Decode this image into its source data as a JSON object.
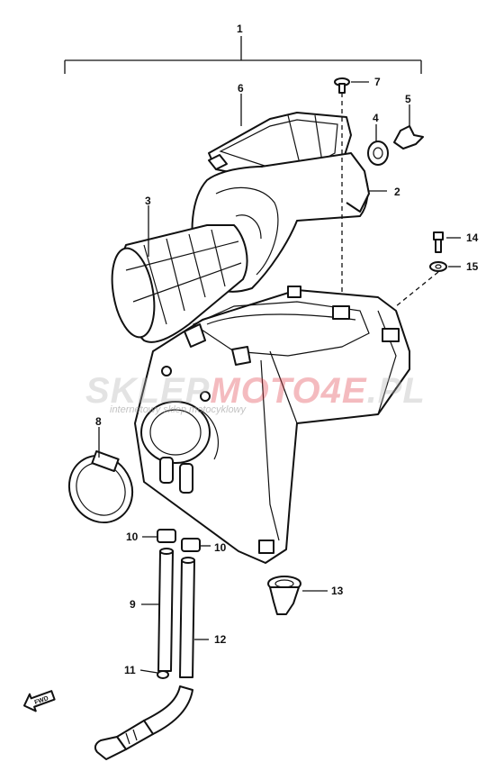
{
  "watermark": {
    "brand_left": "SKLEP",
    "brand_mid": "MOTO",
    "brand_num": "4E",
    "brand_tld": ".PL",
    "tagline": "internetowy sklep motocyklowy",
    "color_gray": "#b0b0b0",
    "color_red": "#e0404a"
  },
  "fwd_label": "FWD",
  "callouts": [
    {
      "id": "1",
      "text": "1"
    },
    {
      "id": "2",
      "text": "2"
    },
    {
      "id": "3",
      "text": "3"
    },
    {
      "id": "4",
      "text": "4"
    },
    {
      "id": "5",
      "text": "5"
    },
    {
      "id": "6",
      "text": "6"
    },
    {
      "id": "7",
      "text": "7"
    },
    {
      "id": "8",
      "text": "8"
    },
    {
      "id": "9",
      "text": "9"
    },
    {
      "id": "10a",
      "text": "10"
    },
    {
      "id": "10b",
      "text": "10"
    },
    {
      "id": "11",
      "text": "11"
    },
    {
      "id": "12",
      "text": "12"
    },
    {
      "id": "13",
      "text": "13"
    },
    {
      "id": "14",
      "text": "14"
    },
    {
      "id": "15",
      "text": "15"
    }
  ]
}
